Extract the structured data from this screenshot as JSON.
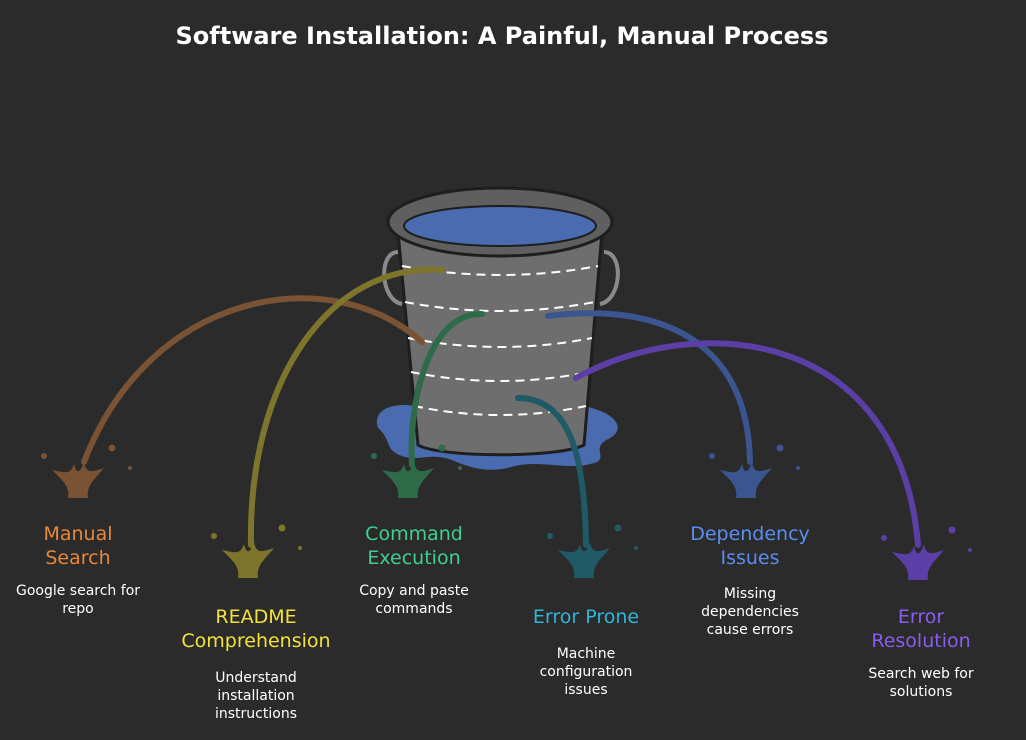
{
  "title": "Software Installation: A Painful, Manual Process",
  "steps": [
    {
      "label_lines": [
        "Manual",
        "Search"
      ],
      "desc_lines": [
        "Google search for",
        "repo"
      ],
      "color": "#e8883a",
      "stream_color": "#7a5234"
    },
    {
      "label_lines": [
        "README",
        "Comprehension"
      ],
      "desc_lines": [
        "Understand",
        "installation",
        "instructions"
      ],
      "color": "#f2e23a",
      "stream_color": "#7d752c"
    },
    {
      "label_lines": [
        "Command",
        "Execution"
      ],
      "desc_lines": [
        "Copy and paste",
        "commands"
      ],
      "color": "#3fcf8e",
      "stream_color": "#2e6b48"
    },
    {
      "label_lines": [
        "Error Prone"
      ],
      "desc_lines": [
        "Machine",
        "configuration",
        "issues"
      ],
      "color": "#2fb5d8",
      "stream_color": "#1f5a66"
    },
    {
      "label_lines": [
        "Dependency",
        "Issues"
      ],
      "desc_lines": [
        "Missing",
        "dependencies",
        "cause errors"
      ],
      "color": "#5b8def",
      "stream_color": "#3a5590"
    },
    {
      "label_lines": [
        "Error",
        "Resolution"
      ],
      "desc_lines": [
        "Search web for",
        "solutions"
      ],
      "color": "#8a5cf0",
      "stream_color": "#5b3fa6"
    }
  ],
  "icons": {
    "bucket": "leaking-bucket-icon",
    "puddle": "water-puddle-icon",
    "splash": "splash-icon"
  },
  "colors": {
    "background": "#2b2b2b",
    "bucket_body": "#6e6e6e",
    "bucket_rim": "#5f5f5f",
    "water": "#4a6bb0"
  }
}
